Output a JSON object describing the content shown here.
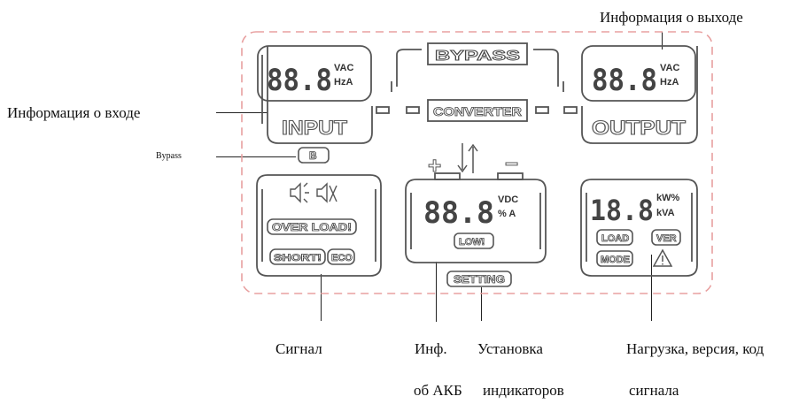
{
  "annotations": {
    "output_info": "Информация о выходе",
    "input_info": "Информация о входе",
    "bypass": "Bypass",
    "signal": "Сигнал",
    "battery_info_1": "Инф.",
    "battery_info_2": "об АКБ",
    "setting_1": "Установка",
    "setting_2": "индикаторов",
    "load_1": "Нагрузка, версия, код",
    "load_2": "сигнала"
  },
  "lcd": {
    "input_digits": "88.8",
    "input_unit_top": "VAC",
    "input_unit_bottom": "HzA",
    "input_label": "INPUT",
    "output_digits": "88.8",
    "output_unit_top": "VAC",
    "output_unit_bottom": "HzA",
    "output_label": "OUTPUT",
    "bypass_label": "BYPASS",
    "converter_label": "CONVERTER",
    "b_badge": "B",
    "plus": "+",
    "minus": "−",
    "battery_digits": "88.8",
    "battery_unit_top": "VDC",
    "battery_unit_bottom": "% A",
    "low_label": "LOW!",
    "setting_label": "SETTING",
    "over_load_label": "OVER LOAD!",
    "short_label": "SHORT!",
    "eco_label": "ECO",
    "load_digits": "18.8",
    "load_unit_top": "kW%",
    "load_unit_bottom": "kVA",
    "load_label": "LOAD",
    "ver_label": "VER",
    "mode_label": "MODE",
    "warning_icon": "warning-triangle-icon",
    "speaker_on_icon": "speaker-on-icon",
    "speaker_off_icon": "speaker-muted-icon",
    "colors": {
      "frame": "#e8a0a0",
      "segment": "#333333"
    }
  }
}
